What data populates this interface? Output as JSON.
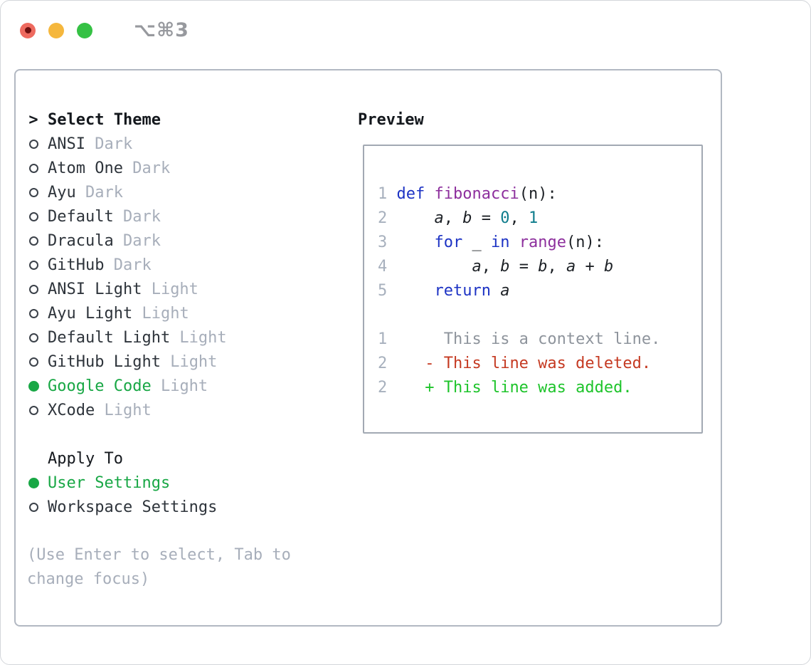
{
  "window": {
    "title": "⌥⌘3"
  },
  "colors": {
    "selected_green": "#18a745",
    "added_green": "#1ec42b",
    "deleted_red": "#c53a22",
    "keyword_blue": "#1d33c4",
    "function_purple": "#8d2f9d",
    "number_teal": "#0e7c8c",
    "muted_gray": "#a7aeba",
    "context_gray": "#8e949c",
    "line_number_gray": "#a7b0bd",
    "text_dark": "#2e343b",
    "header_black": "#14181d",
    "panel_border": "#b2b8c2",
    "preview_border": "#a2a9b3",
    "traffic_red": "#ee6a5f",
    "traffic_red_dot": "#6e0f0f",
    "traffic_yellow": "#f5b73d",
    "traffic_green": "#35c144",
    "title_gray": "#97999e"
  },
  "panel": {
    "select_theme": {
      "prompt": ">",
      "header": "Select Theme"
    },
    "themes": [
      {
        "name": "ANSI",
        "variant": "Dark",
        "selected": false
      },
      {
        "name": "Atom One",
        "variant": "Dark",
        "selected": false
      },
      {
        "name": "Ayu",
        "variant": "Dark",
        "selected": false
      },
      {
        "name": "Default",
        "variant": "Dark",
        "selected": false
      },
      {
        "name": "Dracula",
        "variant": "Dark",
        "selected": false
      },
      {
        "name": "GitHub",
        "variant": "Dark",
        "selected": false
      },
      {
        "name": "ANSI Light",
        "variant": "Light",
        "selected": false
      },
      {
        "name": "Ayu Light",
        "variant": "Light",
        "selected": false
      },
      {
        "name": "Default Light",
        "variant": "Light",
        "selected": false
      },
      {
        "name": "GitHub Light",
        "variant": "Light",
        "selected": false
      },
      {
        "name": "Google Code",
        "variant": "Light",
        "selected": true
      },
      {
        "name": "XCode",
        "variant": "Light",
        "selected": false
      }
    ],
    "apply_to": {
      "header": "Apply To",
      "options": [
        {
          "label": "User Settings",
          "selected": true
        },
        {
          "label": "Workspace Settings",
          "selected": false
        }
      ]
    },
    "help_lines": [
      "(Use Enter to select, Tab to",
      "change focus)"
    ]
  },
  "preview": {
    "header": "Preview",
    "code_lines": [
      [
        {
          "s": "ln",
          "t": "1"
        },
        {
          "s": "code",
          "t": " "
        },
        {
          "s": "kw",
          "t": "def"
        },
        {
          "s": "code",
          "t": " "
        },
        {
          "s": "fn",
          "t": "fibonacci"
        },
        {
          "s": "code",
          "t": "(n):"
        }
      ],
      [
        {
          "s": "ln",
          "t": "2"
        },
        {
          "s": "code",
          "t": "     "
        },
        {
          "s": "var",
          "t": "a"
        },
        {
          "s": "code",
          "t": ", "
        },
        {
          "s": "var",
          "t": "b"
        },
        {
          "s": "code",
          "t": " = "
        },
        {
          "s": "num",
          "t": "0"
        },
        {
          "s": "code",
          "t": ", "
        },
        {
          "s": "num",
          "t": "1"
        }
      ],
      [
        {
          "s": "ln",
          "t": "3"
        },
        {
          "s": "code",
          "t": "     "
        },
        {
          "s": "kw",
          "t": "for"
        },
        {
          "s": "code",
          "t": " _ "
        },
        {
          "s": "kw",
          "t": "in"
        },
        {
          "s": "code",
          "t": " "
        },
        {
          "s": "fn",
          "t": "range"
        },
        {
          "s": "code",
          "t": "(n):"
        }
      ],
      [
        {
          "s": "ln",
          "t": "4"
        },
        {
          "s": "code",
          "t": "         "
        },
        {
          "s": "var",
          "t": "a"
        },
        {
          "s": "code",
          "t": ", "
        },
        {
          "s": "var",
          "t": "b"
        },
        {
          "s": "code",
          "t": " = "
        },
        {
          "s": "var",
          "t": "b"
        },
        {
          "s": "code",
          "t": ", "
        },
        {
          "s": "var",
          "t": "a"
        },
        {
          "s": "code",
          "t": " + "
        },
        {
          "s": "var",
          "t": "b"
        }
      ],
      [
        {
          "s": "ln",
          "t": "5"
        },
        {
          "s": "code",
          "t": "     "
        },
        {
          "s": "kw",
          "t": "return"
        },
        {
          "s": "code",
          "t": " "
        },
        {
          "s": "var",
          "t": "a"
        }
      ]
    ],
    "diff_lines": [
      [
        {
          "s": "ln",
          "t": "1"
        },
        {
          "s": "ctx",
          "t": "      This is a context line."
        }
      ],
      [
        {
          "s": "ln",
          "t": "2"
        },
        {
          "s": "code",
          "t": "    "
        },
        {
          "s": "del",
          "t": "- This line was deleted."
        }
      ],
      [
        {
          "s": "ln",
          "t": "2"
        },
        {
          "s": "code",
          "t": "    "
        },
        {
          "s": "add",
          "t": "+ This line was added."
        }
      ]
    ]
  }
}
